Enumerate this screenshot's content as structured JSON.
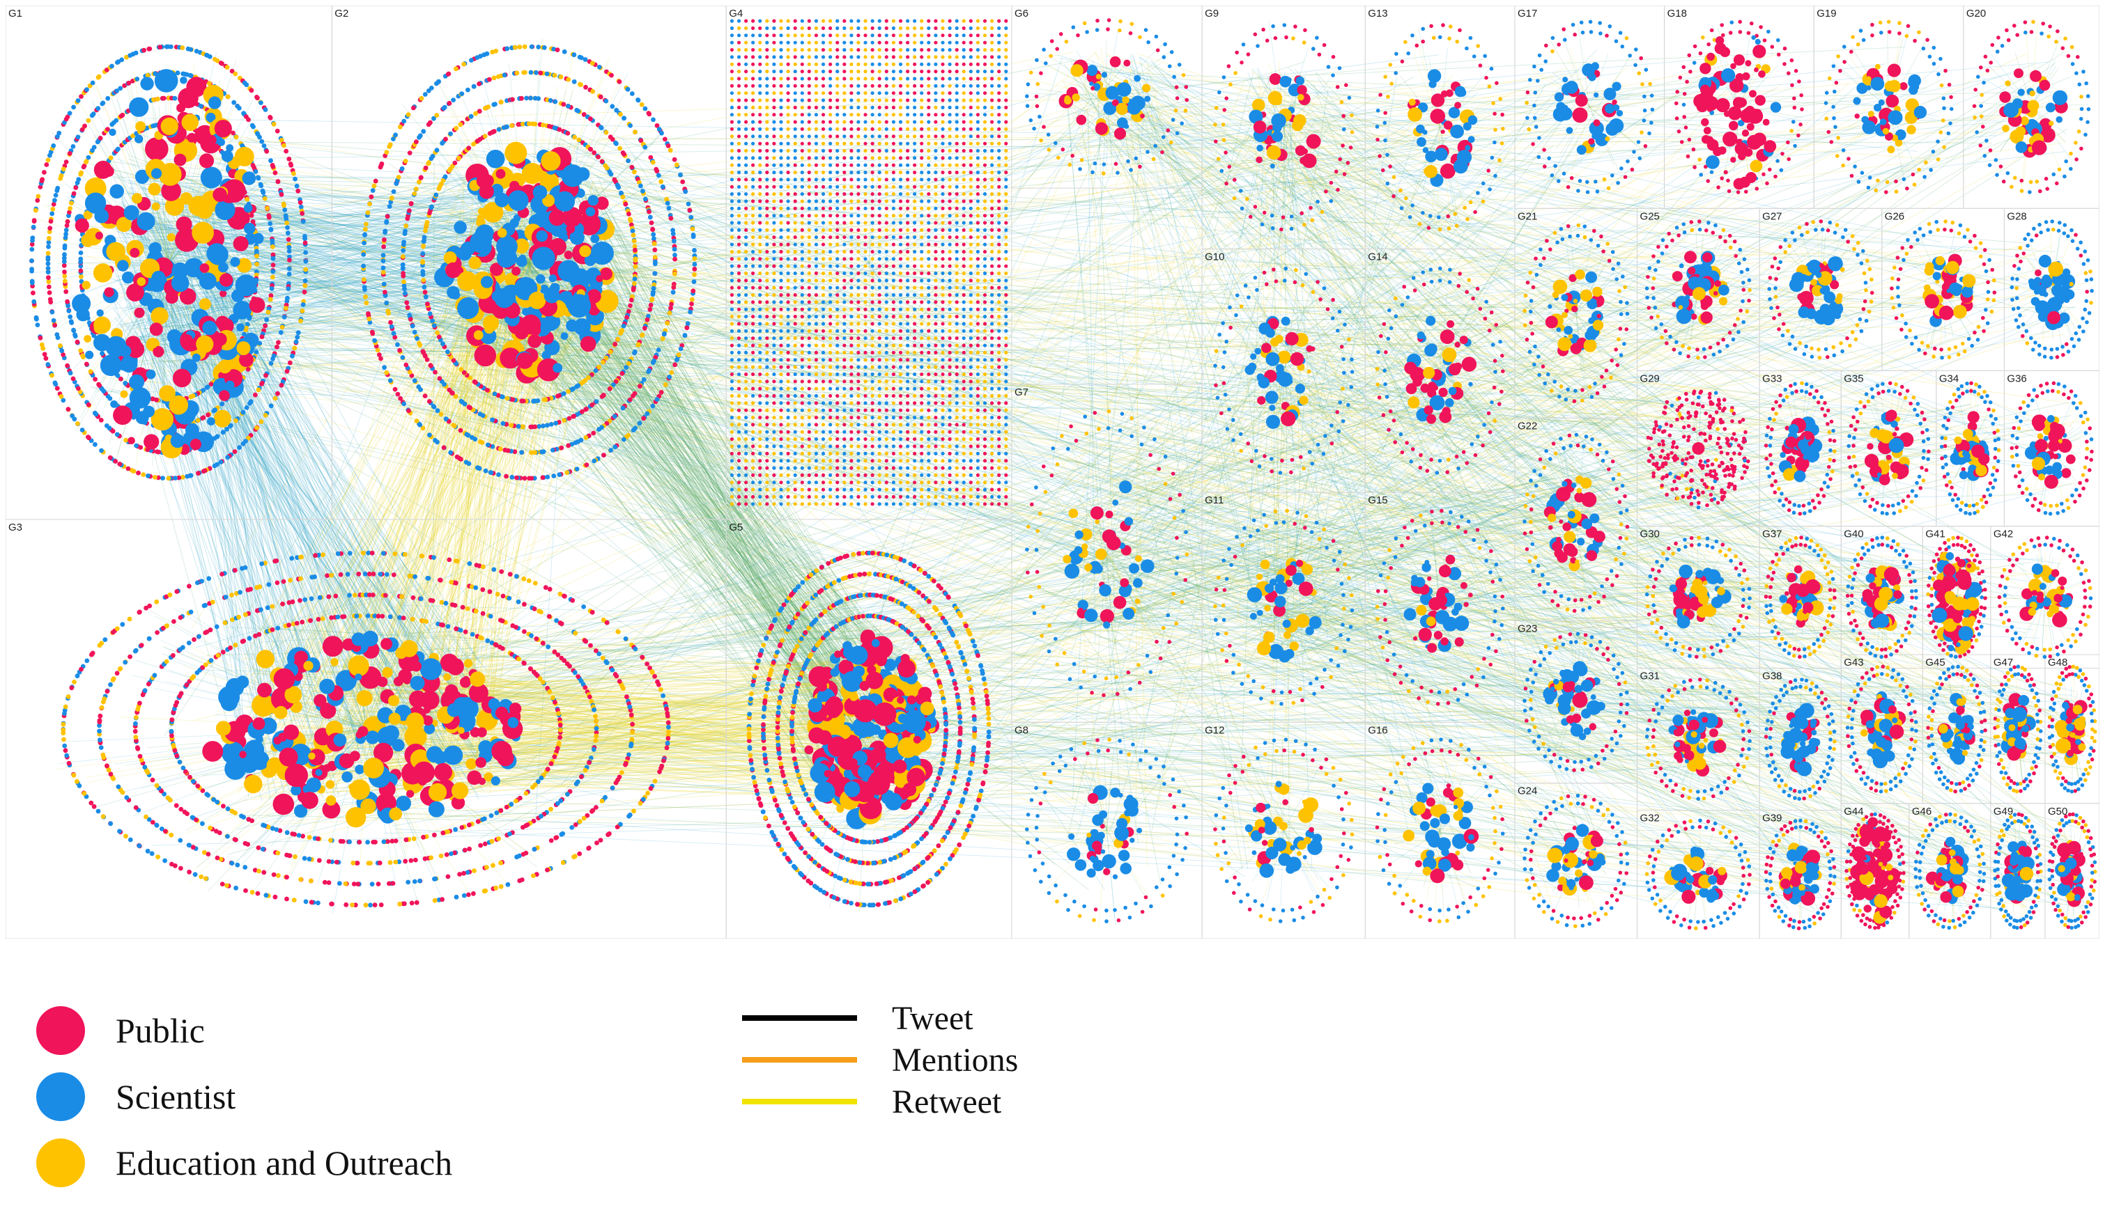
{
  "colors": {
    "public": "#f0145a",
    "scientist": "#1a8ce6",
    "education": "#ffc200",
    "tweet": "#000000",
    "mentions": "#f59d1a",
    "retweet": "#f2e200",
    "edge_blue": "#2fa3c9",
    "edge_green": "#4aa35a",
    "edge_yellow": "#e7d21a",
    "grid": "#d6d6d6"
  },
  "node_legend": [
    {
      "label": "Public",
      "color_key": "public"
    },
    {
      "label": "Scientist",
      "color_key": "scientist"
    },
    {
      "label": "Education and Outreach",
      "color_key": "education"
    }
  ],
  "edge_legend": [
    {
      "label": "Tweet",
      "color_key": "tweet"
    },
    {
      "label": "Mentions",
      "color_key": "mentions"
    },
    {
      "label": "Retweet",
      "color_key": "retweet"
    }
  ],
  "groups": [
    {
      "label": "G1",
      "mix": [
        0.3,
        0.5,
        0.2
      ],
      "style": "ellipse"
    },
    {
      "label": "G2",
      "mix": [
        0.3,
        0.4,
        0.3
      ],
      "style": "cluster"
    },
    {
      "label": "G3",
      "mix": [
        0.45,
        0.3,
        0.25
      ],
      "style": "cluster"
    },
    {
      "label": "G4",
      "mix": [
        0.33,
        0.34,
        0.33
      ],
      "style": "grid"
    },
    {
      "label": "G5",
      "mix": [
        0.35,
        0.4,
        0.25
      ],
      "style": "cluster"
    },
    {
      "label": "G6",
      "mix": [
        0.25,
        0.5,
        0.25
      ],
      "style": "cluster"
    },
    {
      "label": "G7",
      "mix": [
        0.25,
        0.45,
        0.3
      ],
      "style": "cluster"
    },
    {
      "label": "G8",
      "mix": [
        0.2,
        0.65,
        0.15
      ],
      "style": "cluster"
    },
    {
      "label": "G9",
      "mix": [
        0.4,
        0.35,
        0.25
      ],
      "style": "cluster"
    },
    {
      "label": "G10",
      "mix": [
        0.25,
        0.55,
        0.2
      ],
      "style": "cluster"
    },
    {
      "label": "G11",
      "mix": [
        0.25,
        0.45,
        0.3
      ],
      "style": "cluster"
    },
    {
      "label": "G12",
      "mix": [
        0.3,
        0.4,
        0.3
      ],
      "style": "cluster"
    },
    {
      "label": "G13",
      "mix": [
        0.3,
        0.4,
        0.3
      ],
      "style": "cluster"
    },
    {
      "label": "G14",
      "mix": [
        0.55,
        0.35,
        0.1
      ],
      "style": "cluster"
    },
    {
      "label": "G15",
      "mix": [
        0.55,
        0.35,
        0.1
      ],
      "style": "cluster"
    },
    {
      "label": "G16",
      "mix": [
        0.25,
        0.45,
        0.3
      ],
      "style": "cluster"
    },
    {
      "label": "G17",
      "mix": [
        0.2,
        0.65,
        0.15
      ],
      "style": "cluster"
    },
    {
      "label": "G18",
      "mix": [
        0.75,
        0.2,
        0.05
      ],
      "style": "ellipse"
    },
    {
      "label": "G19",
      "mix": [
        0.25,
        0.45,
        0.3
      ],
      "style": "cluster"
    },
    {
      "label": "G20",
      "mix": [
        0.35,
        0.4,
        0.25
      ],
      "style": "cluster"
    },
    {
      "label": "G21",
      "mix": [
        0.25,
        0.5,
        0.25
      ],
      "style": "cluster"
    },
    {
      "label": "G22",
      "mix": [
        0.35,
        0.45,
        0.2
      ],
      "style": "cluster"
    },
    {
      "label": "G23",
      "mix": [
        0.2,
        0.65,
        0.15
      ],
      "style": "cluster"
    },
    {
      "label": "G24",
      "mix": [
        0.3,
        0.45,
        0.25
      ],
      "style": "cluster"
    },
    {
      "label": "G25",
      "mix": [
        0.45,
        0.4,
        0.15
      ],
      "style": "cluster"
    },
    {
      "label": "G26",
      "mix": [
        0.3,
        0.35,
        0.35
      ],
      "style": "cluster"
    },
    {
      "label": "G27",
      "mix": [
        0.2,
        0.45,
        0.35
      ],
      "style": "cluster"
    },
    {
      "label": "G28",
      "mix": [
        0.15,
        0.75,
        0.1
      ],
      "style": "cluster"
    },
    {
      "label": "G29",
      "mix": [
        0.9,
        0.05,
        0.05
      ],
      "style": "ring"
    },
    {
      "label": "G30",
      "mix": [
        0.3,
        0.35,
        0.35
      ],
      "style": "cluster"
    },
    {
      "label": "G31",
      "mix": [
        0.35,
        0.4,
        0.25
      ],
      "style": "cluster"
    },
    {
      "label": "G32",
      "mix": [
        0.35,
        0.45,
        0.2
      ],
      "style": "cluster"
    },
    {
      "label": "G33",
      "mix": [
        0.5,
        0.35,
        0.15
      ],
      "style": "cluster"
    },
    {
      "label": "G34",
      "mix": [
        0.2,
        0.6,
        0.2
      ],
      "style": "cluster"
    },
    {
      "label": "G35",
      "mix": [
        0.35,
        0.45,
        0.2
      ],
      "style": "cluster"
    },
    {
      "label": "G36",
      "mix": [
        0.4,
        0.45,
        0.15
      ],
      "style": "cluster"
    },
    {
      "label": "G37",
      "mix": [
        0.35,
        0.3,
        0.35
      ],
      "style": "cluster"
    },
    {
      "label": "G38",
      "mix": [
        0.15,
        0.7,
        0.15
      ],
      "style": "cluster"
    },
    {
      "label": "G39",
      "mix": [
        0.35,
        0.45,
        0.2
      ],
      "style": "cluster"
    },
    {
      "label": "G40",
      "mix": [
        0.45,
        0.35,
        0.2
      ],
      "style": "cluster"
    },
    {
      "label": "G41",
      "mix": [
        0.6,
        0.2,
        0.2
      ],
      "style": "ellipse"
    },
    {
      "label": "G42",
      "mix": [
        0.4,
        0.3,
        0.3
      ],
      "style": "cluster"
    },
    {
      "label": "G43",
      "mix": [
        0.25,
        0.55,
        0.2
      ],
      "style": "cluster"
    },
    {
      "label": "G44",
      "mix": [
        0.85,
        0.05,
        0.1
      ],
      "style": "ellipse"
    },
    {
      "label": "G45",
      "mix": [
        0.25,
        0.55,
        0.2
      ],
      "style": "cluster"
    },
    {
      "label": "G46",
      "mix": [
        0.3,
        0.45,
        0.25
      ],
      "style": "cluster"
    },
    {
      "label": "G47",
      "mix": [
        0.3,
        0.4,
        0.3
      ],
      "style": "cluster"
    },
    {
      "label": "G48",
      "mix": [
        0.3,
        0.4,
        0.3
      ],
      "style": "cluster"
    },
    {
      "label": "G49",
      "mix": [
        0.15,
        0.75,
        0.1
      ],
      "style": "cluster"
    },
    {
      "label": "G50",
      "mix": [
        0.45,
        0.35,
        0.2
      ],
      "style": "cluster"
    }
  ]
}
